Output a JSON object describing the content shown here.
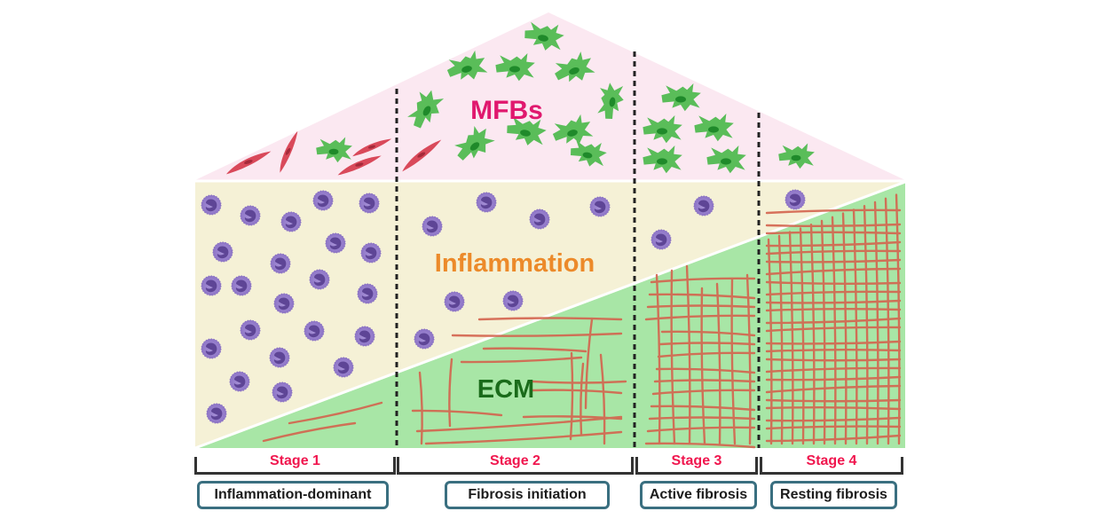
{
  "colors": {
    "mfb_bg": "#fbe8f1",
    "inflammation_bg": "#f5f1d6",
    "ecm_bg": "#a8e6a6",
    "mfb_label": "#e0186e",
    "inflammation_label": "#ec8a2a",
    "ecm_label": "#1a6b1a",
    "stage_label": "#f0164e",
    "box_border": "#3a6f80",
    "fibroblast": "#d9495a",
    "myofibroblast": "#4cb84c",
    "neutrophil": "#9a82cf",
    "neutrophil_nucleus": "#5e4596",
    "collagen": "#d4644e",
    "divider": "#222222"
  },
  "regions": {
    "mfbs": "MFBs",
    "inflammation": "Inflammation",
    "ecm": "ECM"
  },
  "stages": [
    {
      "label": "Stage 1",
      "description": "Inflammation-dominant"
    },
    {
      "label": "Stage 2",
      "description": "Fibrosis initiation"
    },
    {
      "label": "Stage 3",
      "description": "Active fibrosis"
    },
    {
      "label": "Stage 4",
      "description": "Resting fibrosis"
    }
  ],
  "icons": {
    "fibroblast": "fibroblast-cell-icon",
    "myofibroblast": "myofibroblast-cell-icon",
    "neutrophil": "neutrophil-cell-icon",
    "collagen": "collagen-fiber-icon"
  }
}
